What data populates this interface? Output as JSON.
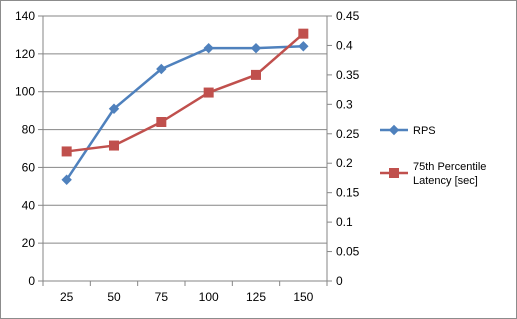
{
  "chart_data": {
    "type": "line",
    "title": "",
    "xlabel": "",
    "ylabel": "",
    "categories": [
      "25",
      "50",
      "75",
      "100",
      "125",
      "150"
    ],
    "y_left": {
      "min": 0,
      "max": 140,
      "step": 20
    },
    "y_right": {
      "min": 0,
      "max": 0.45,
      "step": 0.05
    },
    "grid": true,
    "legend_position": "right",
    "series": [
      {
        "name": "RPS",
        "axis": "left",
        "color": "#4f81bd",
        "marker": "diamond",
        "values": [
          53.5,
          91,
          112,
          123,
          123,
          124
        ]
      },
      {
        "name": "75th Percentile Latency [sec]",
        "legend_lines": [
          "75th Percentile",
          "Latency [sec]"
        ],
        "axis": "right",
        "color": "#c0504d",
        "marker": "square",
        "values": [
          0.22,
          0.23,
          0.27,
          0.32,
          0.35,
          0.42
        ]
      }
    ]
  }
}
